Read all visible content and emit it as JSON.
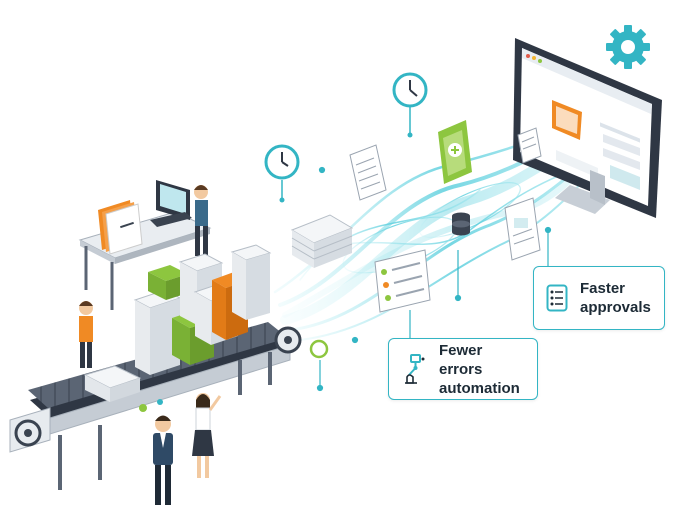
{
  "callouts": {
    "faster": {
      "line1": "Faster",
      "line2": "approvals",
      "icon": "checklist-icon"
    },
    "errors": {
      "line1": "Fewer errors",
      "line2": "automation",
      "icon": "robotic-arm-icon"
    }
  },
  "colors": {
    "accent": "#33b5c4",
    "flow": "#7fdbe6",
    "green": "#8dc63f",
    "orange": "#f08a24",
    "dark": "#3a4350"
  }
}
